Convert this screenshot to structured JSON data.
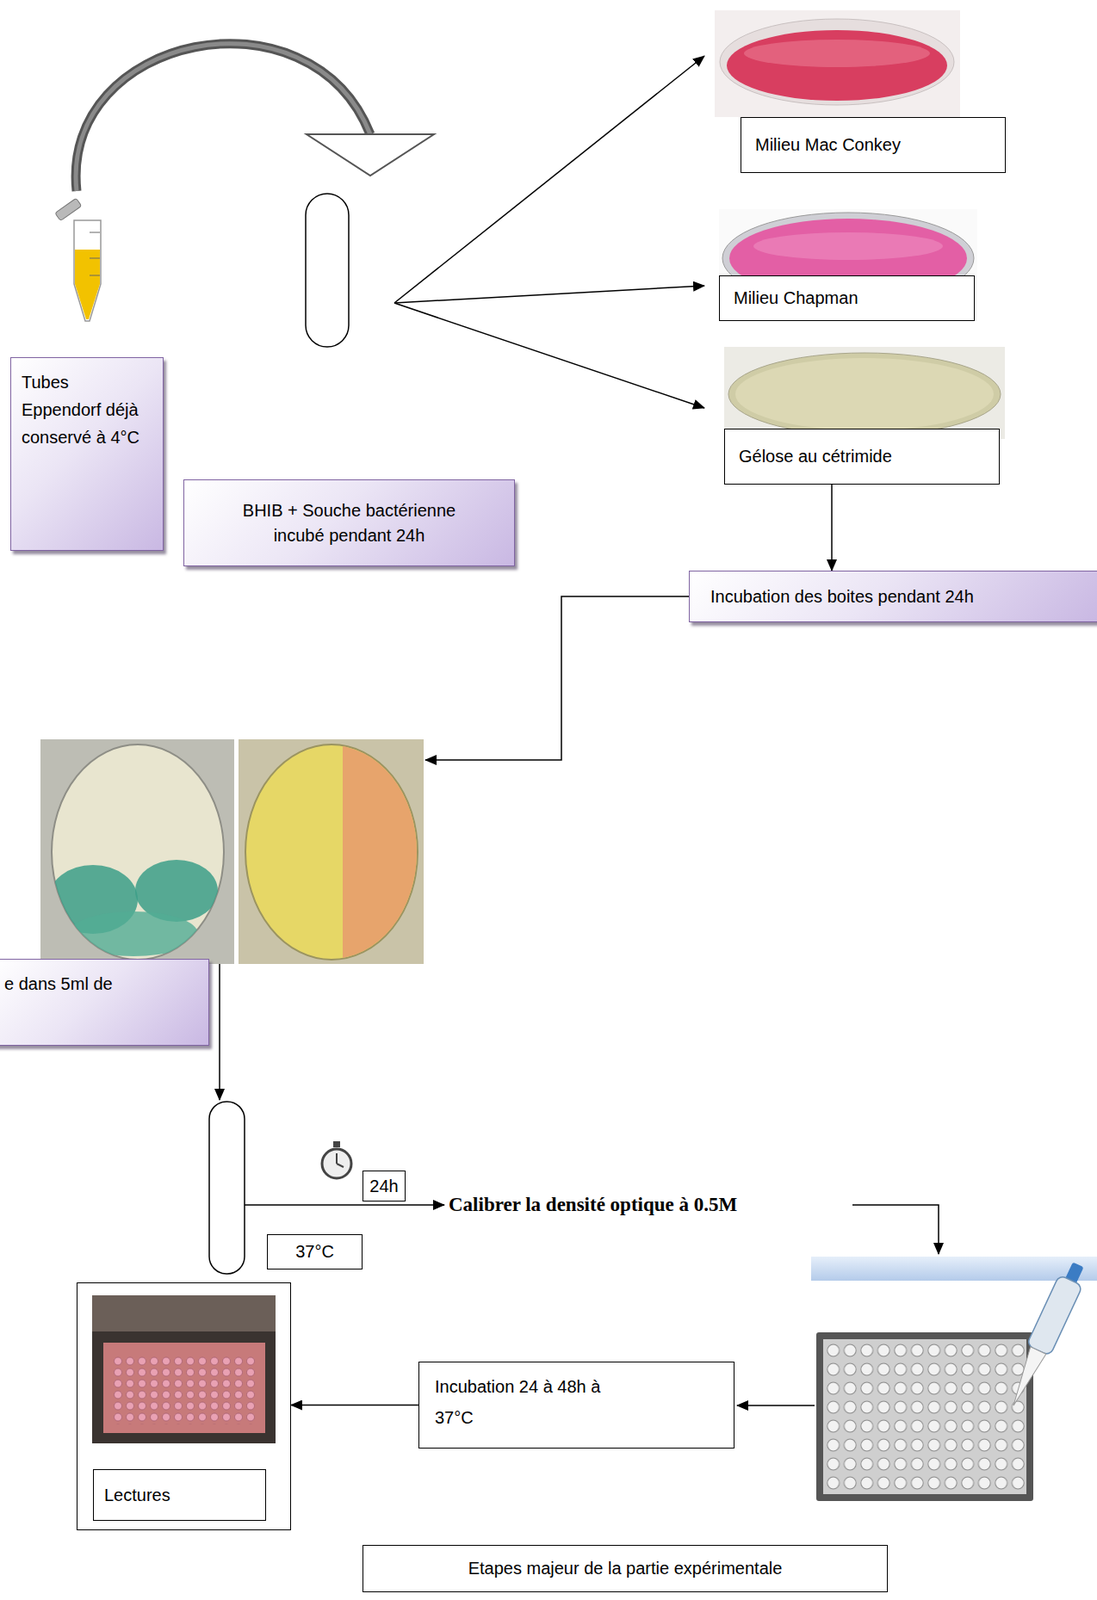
{
  "diagram": {
    "caption": "Etapes majeur de la partie expérimentale",
    "nodes": [
      {
        "text": [
          "Milieu Mac Conkey"
        ]
      },
      {
        "text": [
          "Milieu Chapman"
        ]
      },
      {
        "text": [
          "Tubes Eppendorf déjà conservé à 4°C"
        ]
      },
      {
        "text": [
          "Gélose au cétrimide"
        ]
      },
      {
        "text": [
          "BHIB + Souche bactérienne incubé pendant 24h"
        ]
      },
      {
        "text": [
          "Incubation des boites pendant 24h"
        ]
      },
      {
        "text": [
          "e dans 5ml de"
        ]
      },
      {
        "text": [
          "24h"
        ]
      },
      {
        "text": [
          "37°C"
        ]
      },
      {
        "text": [
          "Incubation 24 à 48h à 37°C"
        ]
      },
      {
        "text": [
          "Lectures"
        ]
      }
    ],
    "edges": [
      {
        "from": 3,
        "to": 5,
        "arrow": "to"
      },
      {
        "from": 9,
        "to": 10,
        "arrow": "to"
      }
    ],
    "labels": [
      "Calibrer la densité optique à 0.5M"
    ]
  }
}
